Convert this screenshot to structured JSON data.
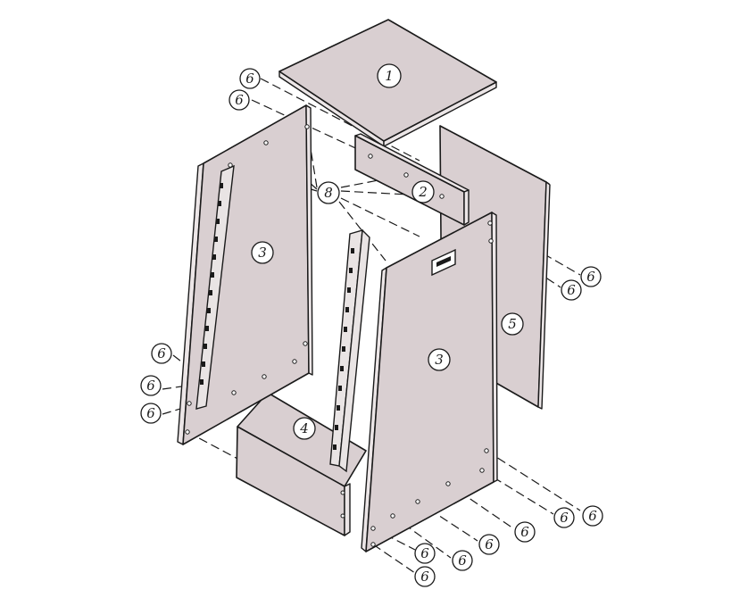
{
  "title": "Exploded cabinet assembly",
  "callouts": {
    "top_panel": "1",
    "back_rail": "2",
    "side_panel_left": "3",
    "side_panel_right": "3",
    "bottom_panel": "4",
    "back_panel": "5",
    "fastener_8": "8",
    "fastener_6": "6"
  },
  "colors": {
    "panel": "#d9cfd1",
    "line": "#1a1a1a",
    "background": "#ffffff"
  }
}
